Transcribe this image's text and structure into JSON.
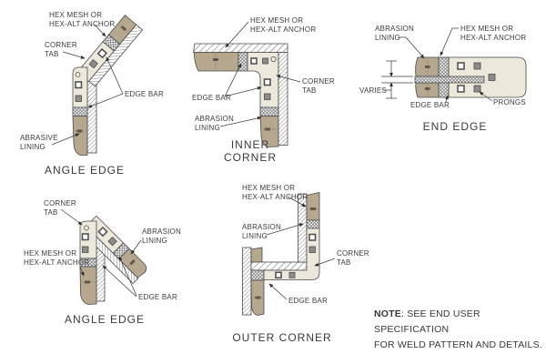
{
  "sheet": {
    "background": "#ffffff"
  },
  "colors": {
    "lining_tan": "#b5a88f",
    "plate_cream": "#ece8db",
    "outline": "#4a4a4a",
    "text": "#3c3c3c"
  },
  "diagrams": {
    "angle_edge_top": {
      "caption": "ANGLE EDGE",
      "labels": {
        "hex_mesh": "HEX MESH OR\nHEX-ALT ANCHOR",
        "corner_tab": "CORNER\nTAB",
        "edge_bar": "EDGE BAR",
        "lining": "ABRASIVE\nLINING"
      }
    },
    "inner_corner": {
      "caption": "INNER CORNER",
      "labels": {
        "hex_mesh": "HEX MESH OR\nHEX-ALT ANCHOR",
        "corner_tab": "CORNER\nTAB",
        "edge_bar": "EDGE BAR",
        "lining": "ABRASION\nLINING"
      }
    },
    "end_edge": {
      "caption": "END EDGE",
      "labels": {
        "lining": "ABRASION\nLINING",
        "hex_mesh": "HEX MESH OR\nHEX-ALT ANCHOR",
        "varies": "VARIES",
        "edge_bar": "EDGE BAR",
        "prongs": "PRONGS"
      }
    },
    "angle_edge_bottom": {
      "caption": "ANGLE EDGE",
      "labels": {
        "corner_tab": "CORNER\nTAB",
        "lining": "ABRASION\nLINING",
        "hex_mesh": "HEX MESH OR\nHEX-ALT ANCHOR",
        "edge_bar": "EDGE BAR"
      }
    },
    "outer_corner": {
      "caption": "OUTER CORNER",
      "labels": {
        "hex_mesh": "HEX MESH OR\nHEX-ALT ANCHOR",
        "lining": "ABRASION\nLINING",
        "corner_tab": "CORNER\nTAB",
        "edge_bar": "EDGE BAR"
      }
    }
  },
  "note": {
    "prefix": "NOTE",
    "line1_rest": ": SEE END USER SPECIFICATION",
    "line2": "FOR WELD PATTERN AND DETAILS."
  }
}
